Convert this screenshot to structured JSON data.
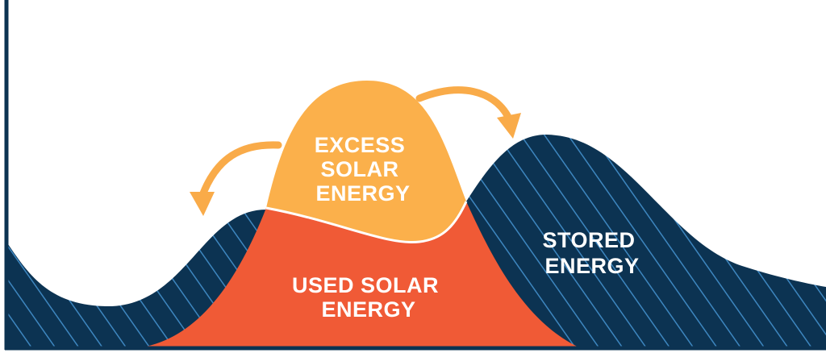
{
  "labels": {
    "excess": [
      "EXCESS",
      "SOLAR",
      "ENERGY"
    ],
    "used": [
      "USED SOLAR",
      "ENERGY"
    ],
    "stored": [
      "STORED",
      "ENERGY"
    ]
  },
  "colors": {
    "stored_fill": "#0c3352",
    "hatch": "#3d86bf",
    "used_fill": "#f05a36",
    "excess_fill": "#fbb04b",
    "arrow": "#f9ab49",
    "axis": "#0c3352",
    "text_light": "#ffffff"
  }
}
